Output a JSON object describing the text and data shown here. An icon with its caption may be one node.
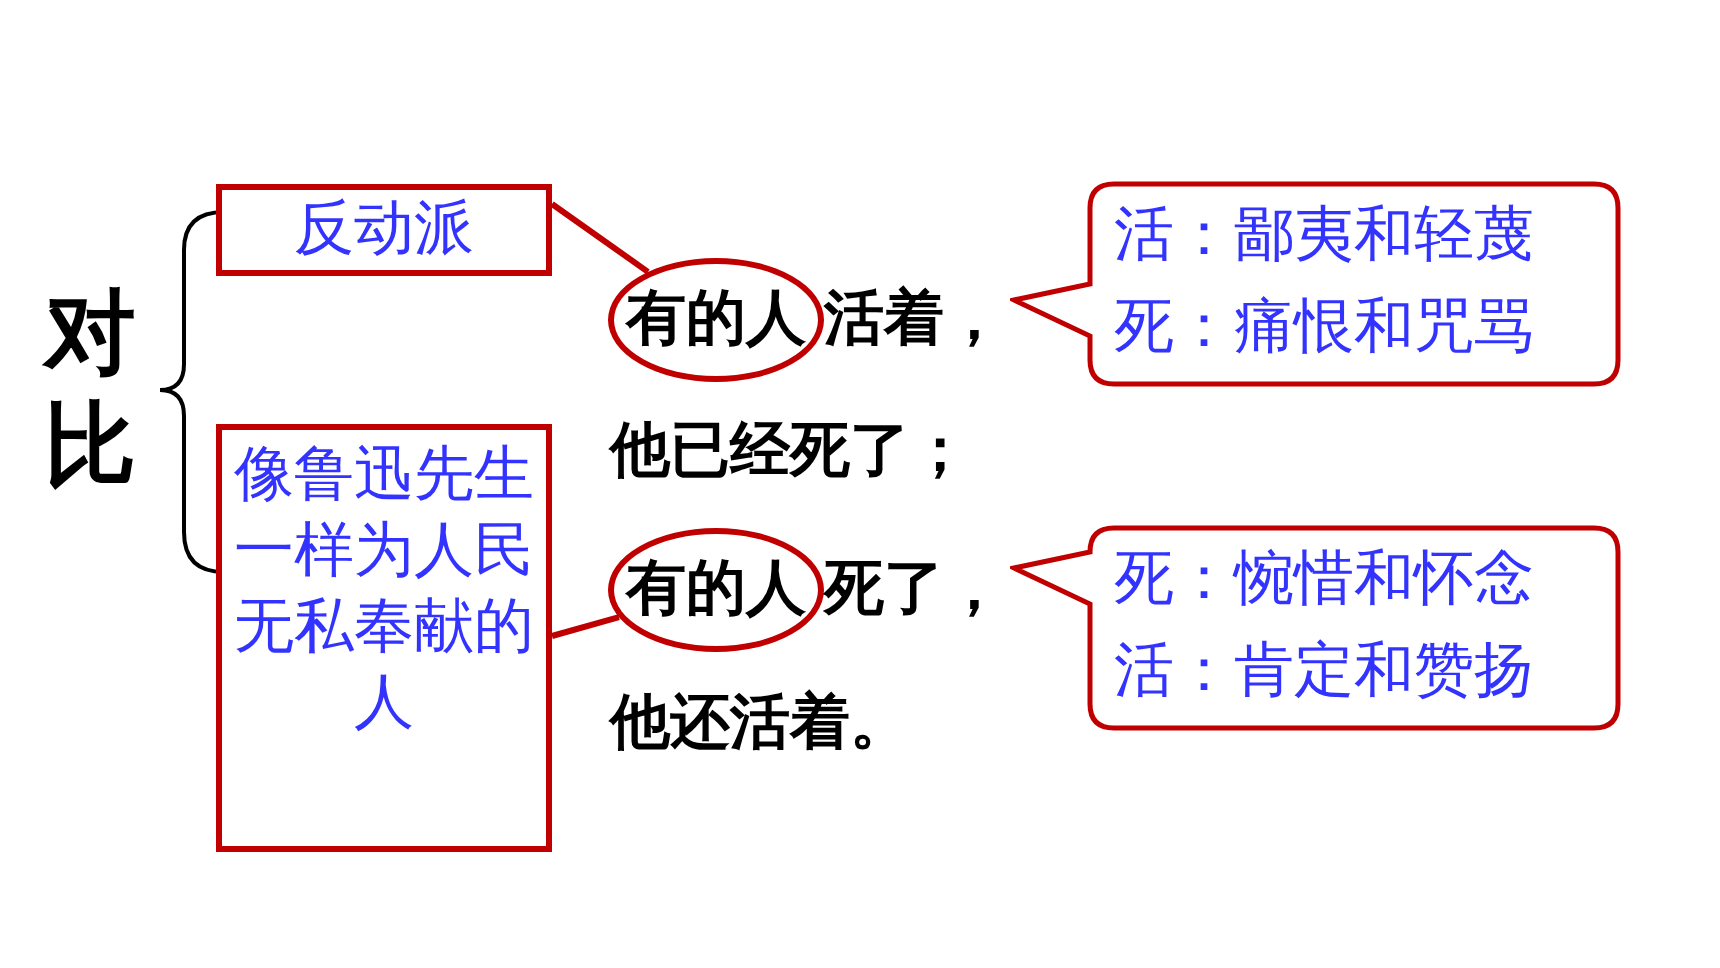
{
  "diagram": {
    "nodes": [
      {
        "text": [
          "反动派"
        ]
      },
      {
        "text": [
          "像鲁迅先生一样为人民无私奉献的人"
        ]
      },
      {
        "text": [
          "有的人"
        ]
      },
      {
        "text": [
          "有的人"
        ]
      },
      {
        "text": [
          "活：鄙夷和轻蔑",
          "死：痛恨和咒骂"
        ]
      },
      {
        "text": [
          "死：惋惜和怀念",
          "活：肯定和赞扬"
        ]
      }
    ],
    "edges": [
      {
        "from": 0,
        "to": 2,
        "arrow": "none"
      },
      {
        "from": 1,
        "to": 3,
        "arrow": "none"
      }
    ],
    "labels": [
      "对比",
      "活着，",
      "他已经死了；",
      "死了，",
      "他还活着。"
    ]
  }
}
